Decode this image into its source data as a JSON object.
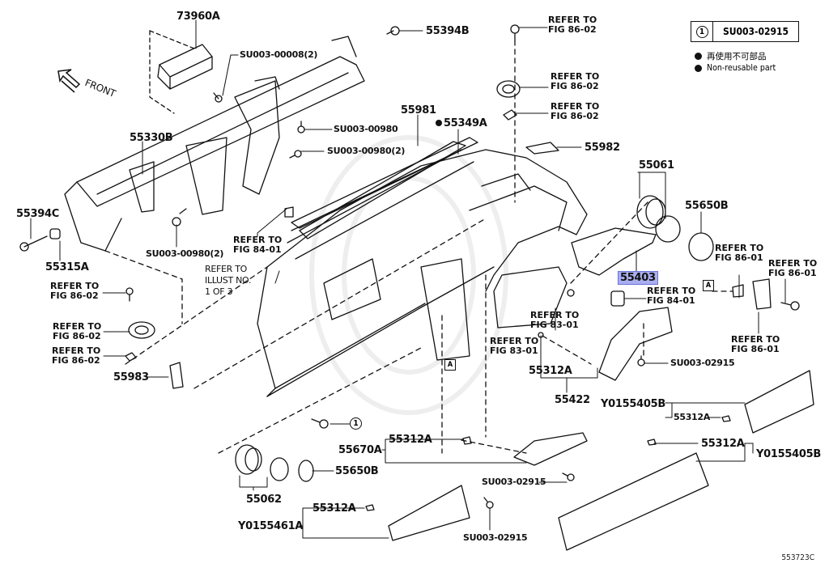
{
  "diagram": {
    "figure_code": "553723C",
    "front_label": "FRONT",
    "legend": {
      "circle_number": "1",
      "circle_code": "SU003-02915",
      "items": [
        {
          "icon": "filled-circle",
          "text": "再使用不可部品"
        },
        {
          "icon": "filled-circle",
          "text": "Non-reusable part"
        }
      ]
    },
    "parts": {
      "p73960A": "73960A",
      "p55394B": "55394B",
      "su00008": "SU003-00008(2)",
      "su00980a": "SU003-00980",
      "su00980b": "SU003-00980(2)",
      "su00980c": "SU003-00980(2)",
      "p55330B": "55330B",
      "p55394C": "55394C",
      "p55315A": "55315A",
      "p55981": "55981",
      "p55349A": "55349A",
      "p55982": "55982",
      "p55061": "55061",
      "p55650B_top": "55650B",
      "p55403": "55403",
      "p55983": "55983",
      "p55312A_mid": "55312A",
      "p55422": "55422",
      "su02915_mid": "SU003-02915",
      "y0155405B_top": "Y0155405B",
      "p55312A_r1": "55312A",
      "p55312A_r2": "55312A",
      "y0155405B_bot": "Y0155405B",
      "p55670A": "55670A",
      "p55312A_c": "55312A",
      "su02915_c": "SU003-02915",
      "p55650B_bot": "55650B",
      "p55062": "55062",
      "p55312A_l": "55312A",
      "y0155461A": "Y0155461A",
      "su02915_bot": "SU003-02915",
      "circle_ref": "1"
    },
    "refs": {
      "ref_top1": [
        "REFER TO",
        "FIG 86-02"
      ],
      "ref_top2": [
        "REFER TO",
        "FIG 86-02"
      ],
      "ref_top3": [
        "REFER TO",
        "FIG 86-02"
      ],
      "ref_left1": [
        "REFER TO",
        "FIG 86-02"
      ],
      "ref_left2": [
        "REFER TO",
        "FIG 86-02"
      ],
      "ref_left3": [
        "REFER TO",
        "FIG 86-02"
      ],
      "ref_8401_a": [
        "REFER TO",
        "FIG 84-01"
      ],
      "ref_8401_b": [
        "REFER TO",
        "FIG 84-01"
      ],
      "ref_8301_a": [
        "REFER TO",
        "FIG 83-01"
      ],
      "ref_8301_b": [
        "REFER TO",
        "FIG 83-01"
      ],
      "ref_8601_a": [
        "REFER TO",
        "FIG 86-01"
      ],
      "ref_8601_b": [
        "REFER TO",
        "FIG 86-01"
      ],
      "ref_8601_c": [
        "REFER TO",
        "FIG 86-01"
      ],
      "ref_illust": [
        "REFER TO",
        "ILLUST NO.",
        "1 OF 3"
      ]
    },
    "callout_letter": "A",
    "highlight_color": "#a9aef0"
  }
}
